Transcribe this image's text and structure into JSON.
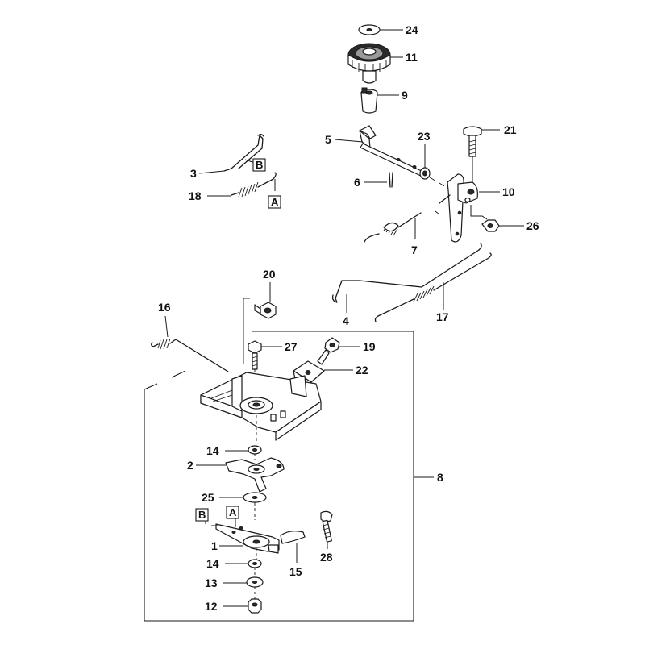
{
  "callouts": {
    "c1": "1",
    "c2": "2",
    "c3": "3",
    "c4": "4",
    "c5": "5",
    "c6": "6",
    "c7": "7",
    "c8": "8",
    "c9": "9",
    "c10": "10",
    "c11": "11",
    "c12": "12",
    "c13": "13",
    "c14a": "14",
    "c14b": "14",
    "c15": "15",
    "c16": "16",
    "c17": "17",
    "c18": "18",
    "c19": "19",
    "c20": "20",
    "c21": "21",
    "c22": "22",
    "c23": "23",
    "c24": "24",
    "c25": "25",
    "c26": "26",
    "c27": "27",
    "c28": "28"
  },
  "refs": {
    "a_top": "A",
    "b_top": "B",
    "a_bottom": "A",
    "b_bottom": "B"
  }
}
